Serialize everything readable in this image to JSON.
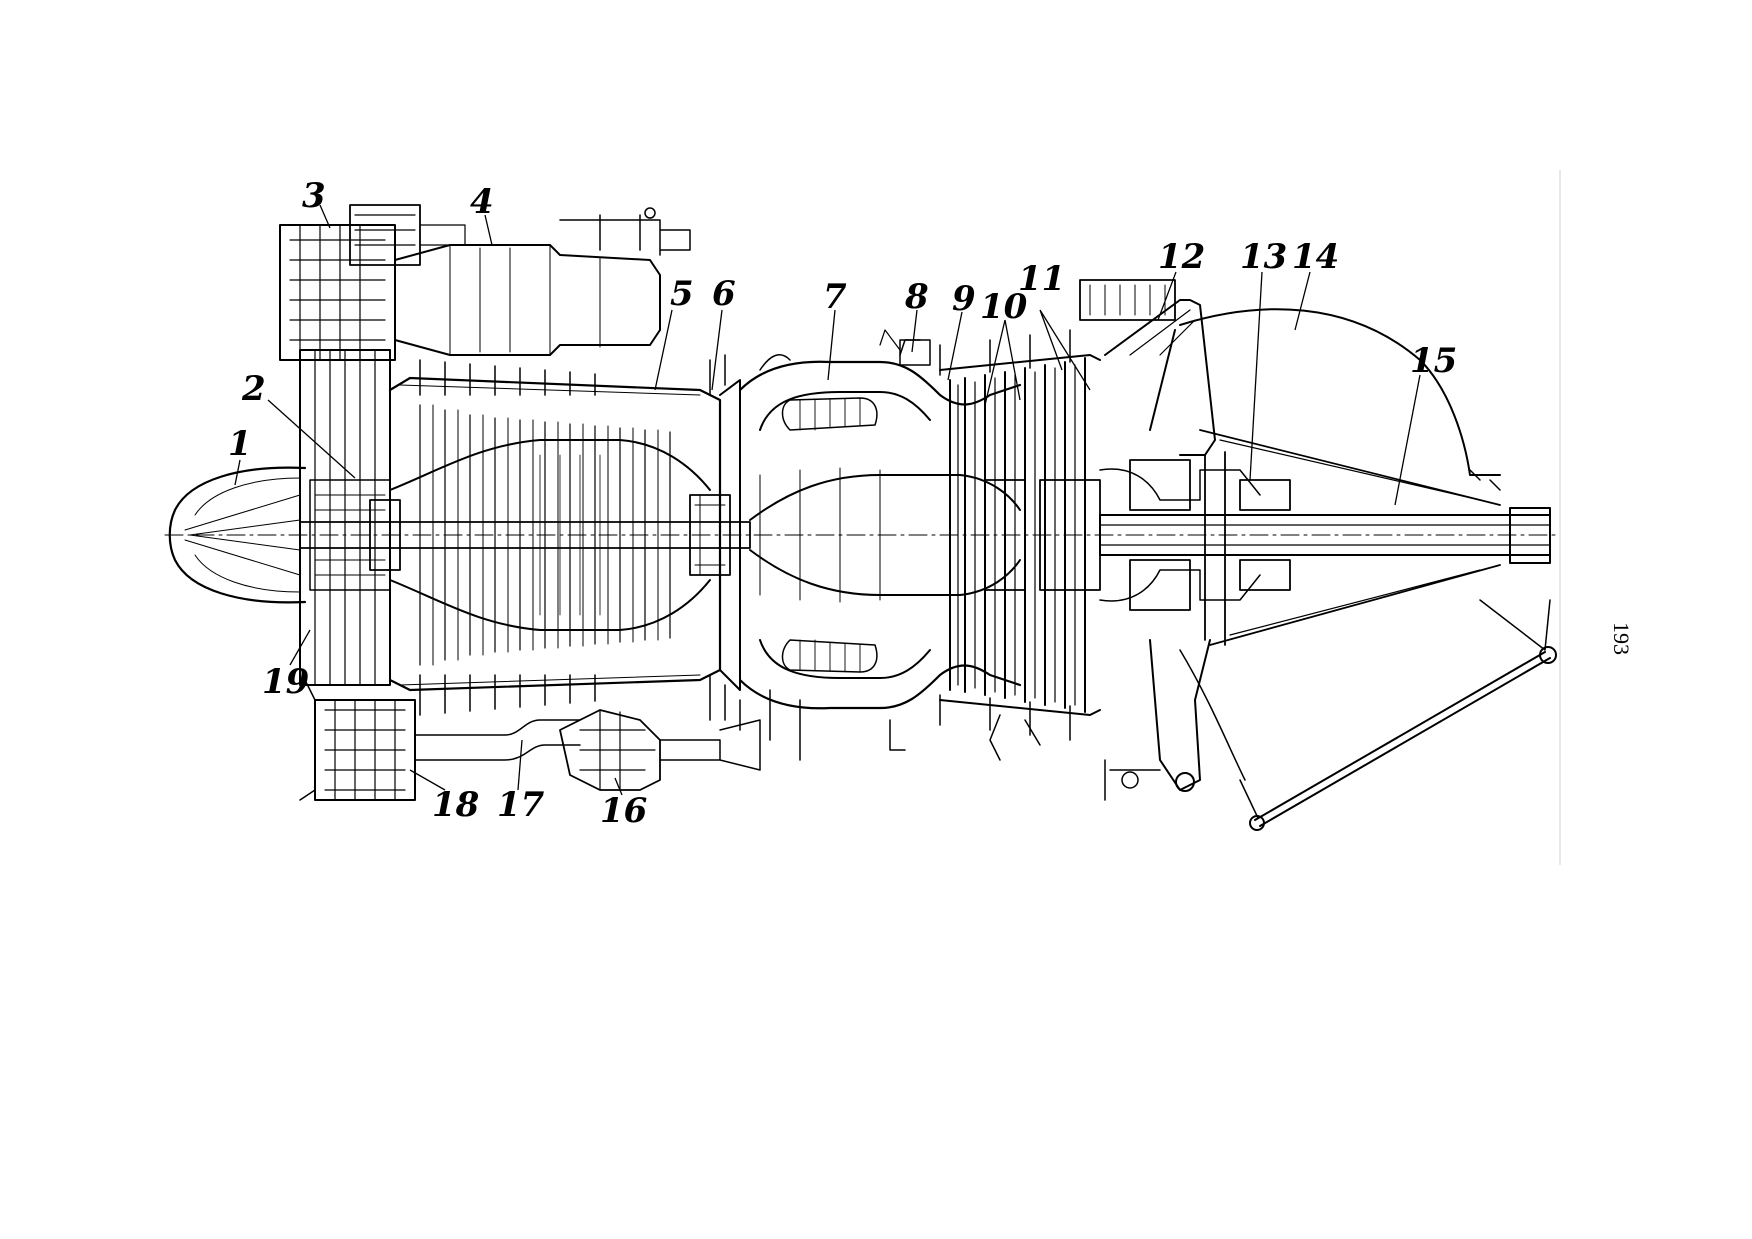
{
  "page_number": "193",
  "callouts": [
    {
      "id": "1",
      "text": "1"
    },
    {
      "id": "2",
      "text": "2"
    },
    {
      "id": "3",
      "text": "3"
    },
    {
      "id": "4",
      "text": "4"
    },
    {
      "id": "5",
      "text": "5"
    },
    {
      "id": "6",
      "text": "6"
    },
    {
      "id": "7",
      "text": "7"
    },
    {
      "id": "8",
      "text": "8"
    },
    {
      "id": "9",
      "text": "9"
    },
    {
      "id": "10",
      "text": "10"
    },
    {
      "id": "11",
      "text": "11"
    },
    {
      "id": "12",
      "text": "12"
    },
    {
      "id": "13",
      "text": "13"
    },
    {
      "id": "14",
      "text": "14"
    },
    {
      "id": "15",
      "text": "15"
    },
    {
      "id": "16",
      "text": "16"
    },
    {
      "id": "17",
      "text": "17"
    },
    {
      "id": "18",
      "text": "18"
    },
    {
      "id": "19",
      "text": "19"
    }
  ]
}
